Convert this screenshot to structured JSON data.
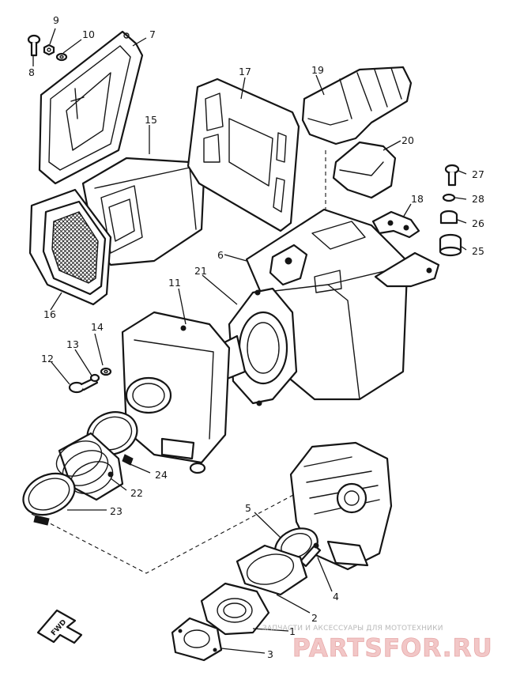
{
  "callouts": {
    "c1": "1",
    "c2": "2",
    "c3": "3",
    "c4": "4",
    "c5": "5",
    "c6": "6",
    "c7": "7",
    "c8": "8",
    "c9": "9",
    "c10": "10",
    "c11": "11",
    "c12": "12",
    "c13": "13",
    "c14": "14",
    "c15": "15",
    "c16": "16",
    "c17": "17",
    "c18": "18",
    "c19": "19",
    "c20": "20",
    "c21": "21",
    "c22": "22",
    "c23": "23",
    "c24": "24",
    "c25": "25",
    "c26": "26",
    "c27": "27",
    "c28": "28"
  },
  "fwd_label": "FWD",
  "watermark": {
    "subtitle": "ЗАПЧАСТИ И АКСЕССУАРЫ ДЛЯ МОТОТЕХНИКИ",
    "logo": "PARTSFOR.RU"
  },
  "icons": {
    "direction_arrow": "fwd-arrow-icon"
  }
}
